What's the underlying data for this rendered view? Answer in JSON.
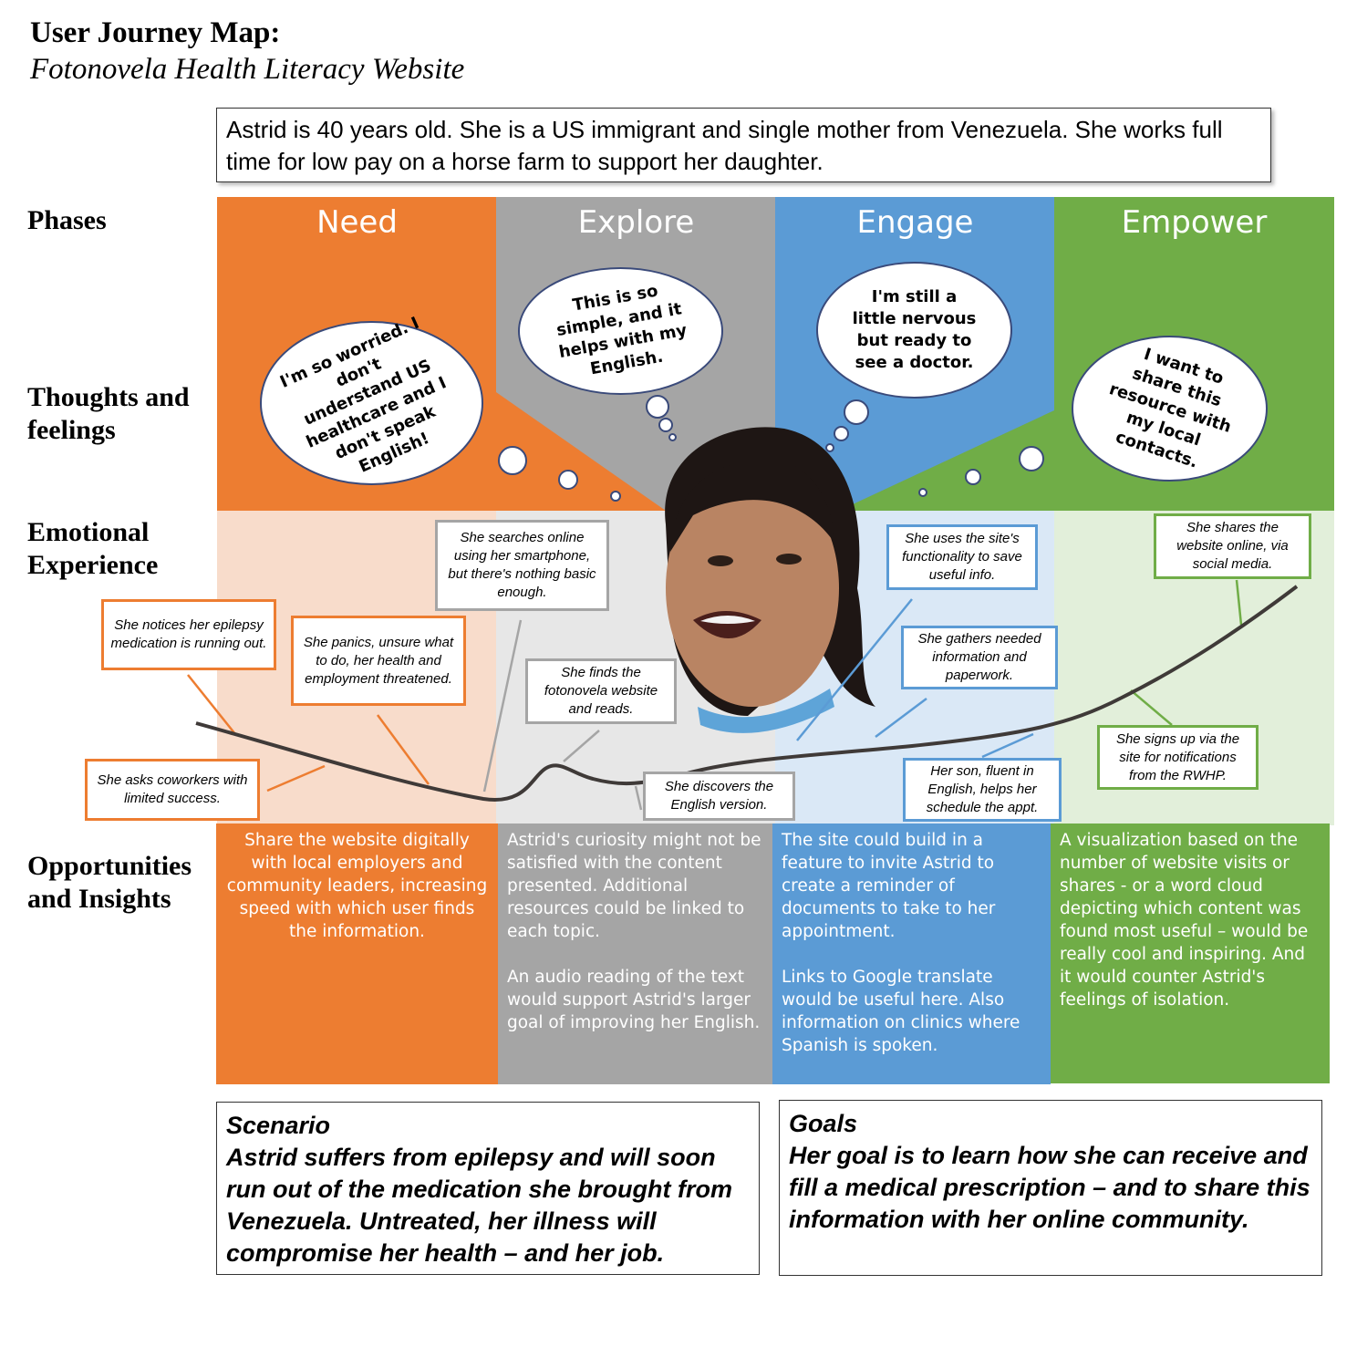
{
  "header": {
    "title": "User Journey Map:",
    "subtitle": "Fotonovela Health Literacy Website"
  },
  "persona": "Astrid is 40 years old. She is a US immigrant and single mother from Venezuela. She works full time for low pay on a horse farm to support her daughter.",
  "row_labels": {
    "phases": "Phases",
    "thoughts": "Thoughts and feelings",
    "emotional": "Emotional Experience",
    "opportunities": "Opportunities and Insights"
  },
  "colors": {
    "need": "#ED7D31",
    "explore": "#A5A5A5",
    "engage": "#5B9BD5",
    "empower": "#70AD47"
  },
  "phases": [
    {
      "name": "Need",
      "thought": "I'm so worried. I don't understand US healthcare and I don't speak English!",
      "opportunity": [
        "Share the website digitally with local employers and community leaders, increasing speed with which user finds the information."
      ]
    },
    {
      "name": "Explore",
      "thought": "This is so simple, and it helps with my English.",
      "opportunity": [
        "Astrid's curiosity might not be satisfied with the content presented. Additional resources could be linked to each topic.",
        "An audio reading of the text would support Astrid's larger goal of improving her English."
      ]
    },
    {
      "name": "Engage",
      "thought": "I'm still a little nervous but ready to see a doctor.",
      "opportunity": [
        "The site could build in a feature to invite Astrid to create a reminder of documents to take to her appointment.",
        "Links to Google translate would be useful here. Also information on clinics where Spanish is spoken."
      ]
    },
    {
      "name": "Empower",
      "thought": "I want to share this resource with my local contacts.",
      "opportunity": [
        "A visualization based on the number of website visits or shares - or a word cloud depicting which content was found most useful – would be really cool and inspiring. And it would counter Astrid's feelings of isolation."
      ]
    }
  ],
  "notes": [
    "She notices her epilepsy medication is running out.",
    "She asks coworkers with limited success.",
    "She panics, unsure what to do, her health and employment threatened.",
    "She searches online using her smartphone, but there's nothing basic enough.",
    "She finds the fotonovela website and reads.",
    "She discovers the English version.",
    "She uses the site's functionality to save useful info.",
    "She gathers needed information and paperwork.",
    "Her son, fluent in English, helps her schedule the appt.",
    "She shares the website online, via social media.",
    "She signs up via the site for notifications from the RWHP."
  ],
  "scenario": {
    "heading": "Scenario",
    "text": "Astrid suffers from epilepsy and will soon run out of the medication she brought from Venezuela. Untreated, her illness will compromise her health – and her job."
  },
  "goals": {
    "heading": "Goals",
    "text": "Her goal is to learn how she can receive and fill a medical prescription – and to share this information with her online community."
  }
}
